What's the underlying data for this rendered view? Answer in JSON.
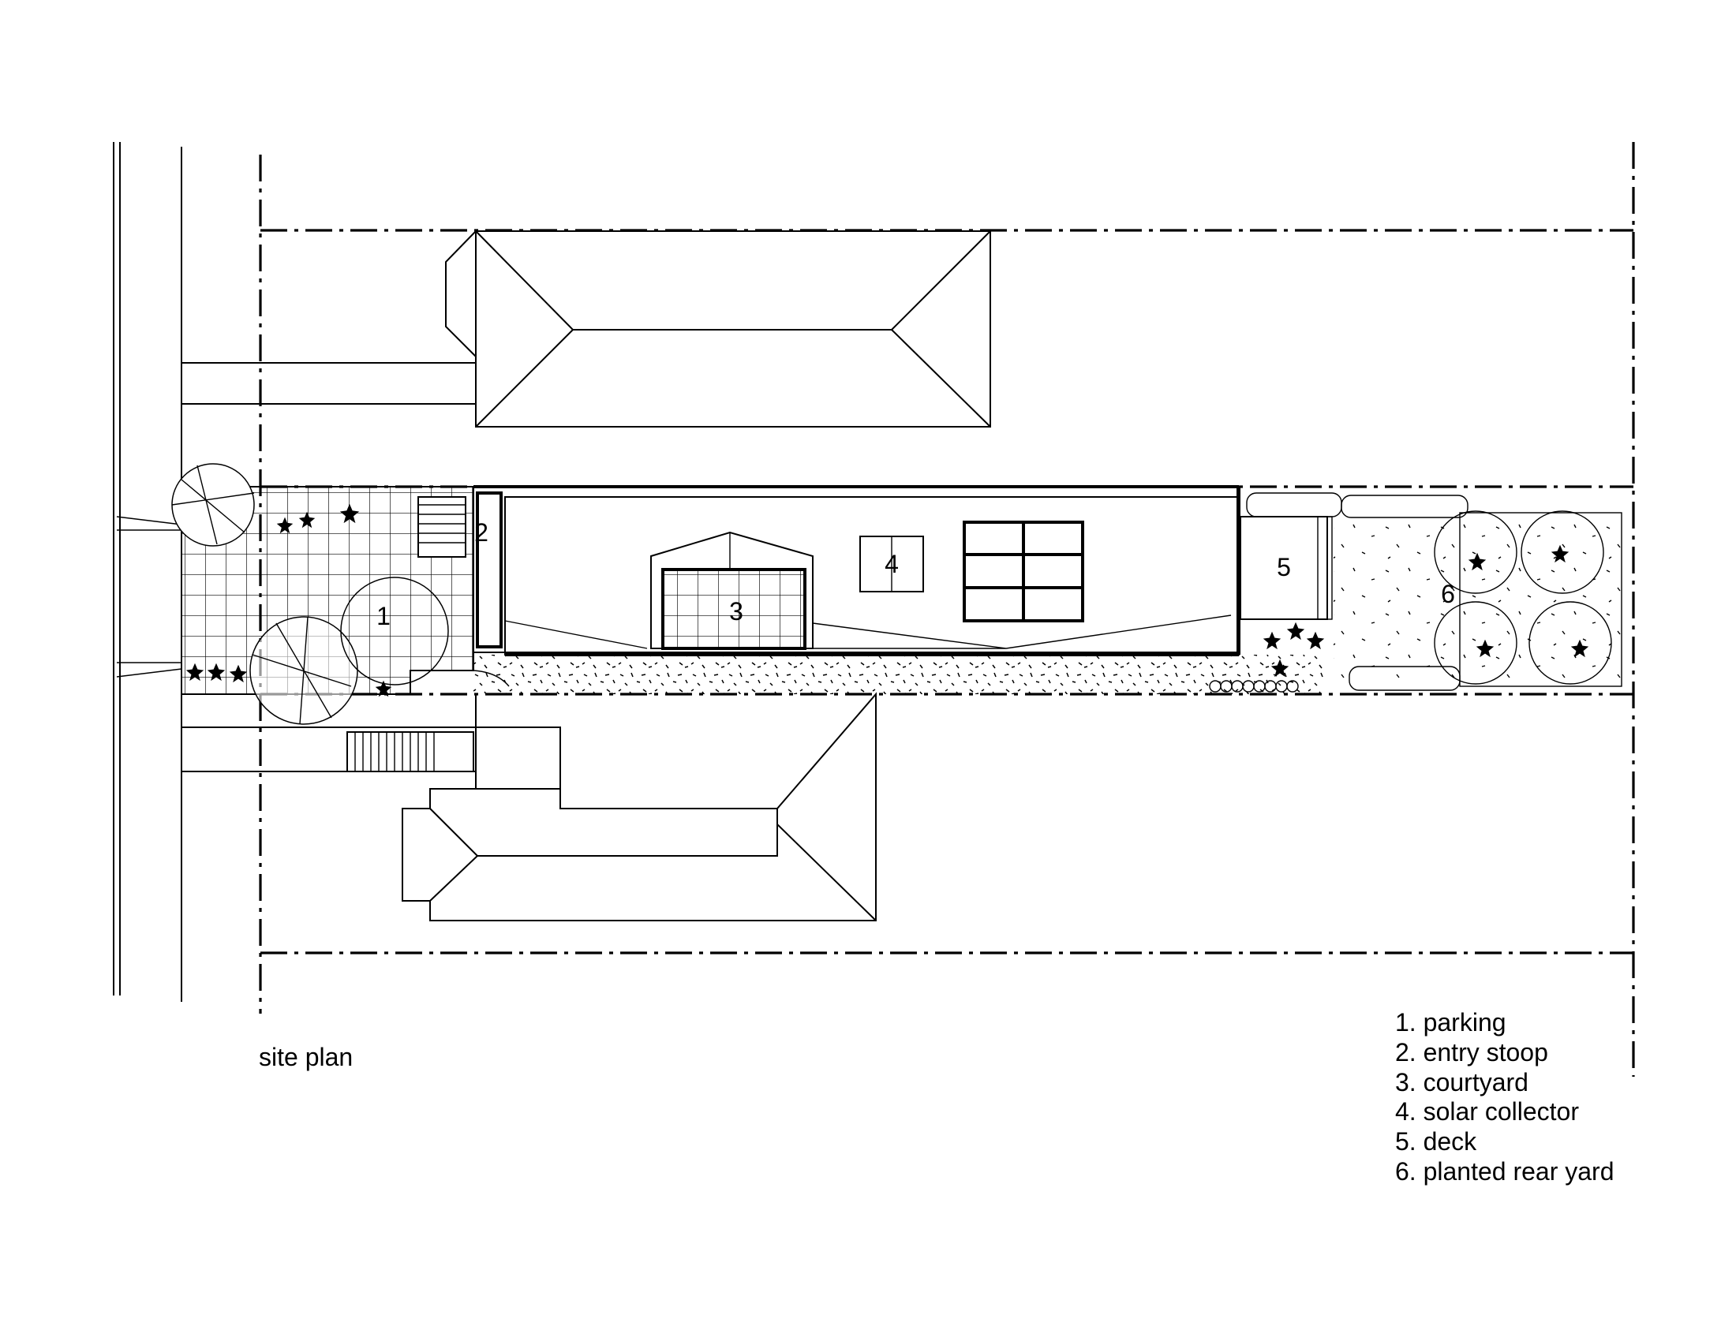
{
  "title": "site plan",
  "labels": {
    "parking": "1",
    "entry_stoop": "2",
    "courtyard": "3",
    "solar_collector": "4",
    "deck": "5",
    "planted_rear_yard": "6"
  },
  "legend": [
    "1. parking",
    "2. entry stoop",
    "3. courtyard",
    "4. solar collector",
    "5. deck",
    "6. planted rear yard"
  ]
}
